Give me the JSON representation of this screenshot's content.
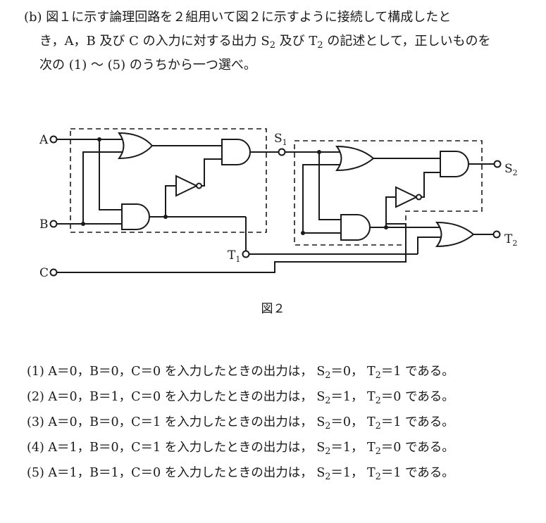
{
  "question": {
    "line1": "(b) 図１に示す論理回路を２組用いて図２に示すように接続して構成したと",
    "line2_pre": "き，A，B 及び C の入力に対する出力 S",
    "line2_sub1": "2",
    "line2_mid": " 及び T",
    "line2_sub2": "2",
    "line2_post": " の記述として，正しいものを",
    "line3": "次の (1) ～ (5) のうちから一つ選べ。"
  },
  "circuit": {
    "input_a": "A",
    "input_b": "B",
    "input_c": "C",
    "s1_main": "S",
    "s1_sub": "1",
    "t1_main": "T",
    "t1_sub": "1",
    "s2_main": "S",
    "s2_sub": "2",
    "t2_main": "T",
    "t2_sub": "2"
  },
  "figure_caption": "図２",
  "options": [
    {
      "num": "(1)",
      "cond": "A＝0，B＝0，C＝0 を入力したときの出力は，",
      "s": "S",
      "s_sub": "2",
      "s_val": "＝0，",
      "t": "T",
      "t_sub": "2",
      "t_val": "＝1 である。"
    },
    {
      "num": "(2)",
      "cond": "A＝0，B＝1，C＝0 を入力したときの出力は，",
      "s": "S",
      "s_sub": "2",
      "s_val": "＝1，",
      "t": "T",
      "t_sub": "2",
      "t_val": "＝0 である。"
    },
    {
      "num": "(3)",
      "cond": "A＝0，B＝0，C＝1 を入力したときの出力は，",
      "s": "S",
      "s_sub": "2",
      "s_val": "＝0，",
      "t": "T",
      "t_sub": "2",
      "t_val": "＝1 である。"
    },
    {
      "num": "(4)",
      "cond": "A＝1，B＝0，C＝1 を入力したときの出力は，",
      "s": "S",
      "s_sub": "2",
      "s_val": "＝1，",
      "t": "T",
      "t_sub": "2",
      "t_val": "＝0 である。"
    },
    {
      "num": "(5)",
      "cond": "A＝1，B＝1，C＝0 を入力したときの出力は，",
      "s": "S",
      "s_sub": "2",
      "s_val": "＝1，",
      "t": "T",
      "t_sub": "2",
      "t_val": "＝1 である。"
    }
  ]
}
